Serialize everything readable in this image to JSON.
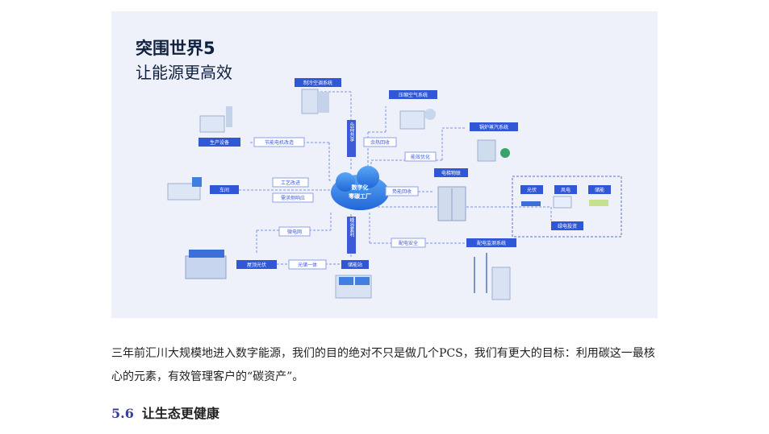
{
  "figure": {
    "title": "突围世界5",
    "subtitle": "让能源更高效",
    "center": [
      "数字化",
      "零碳工厂"
    ],
    "nodes": {
      "hvac": "制冷空调系统",
      "air": "压缩空气系统",
      "boiler": "锅炉蒸汽系统",
      "elevator": "电梯物联",
      "production": "生产设备",
      "workshop": "车间",
      "pv_rooftop": "屋顶光伏",
      "storage": "储能站",
      "distribution": "配电监测系统",
      "green_power": "绿电投资",
      "solar": "光伏",
      "wind": "风电",
      "battery": "储能"
    },
    "edges": {
      "motor": "节能电机改造",
      "process": "工艺改进",
      "demand": "需求侧响应",
      "micro": "微电网",
      "pvstorage": "光储一体",
      "heat": "余热回收",
      "efficiency": "能效优化",
      "regen": "势能回收",
      "safety": "配电安全",
      "vertical_top": "负荷共享",
      "vertical_bottom": "峰谷套利"
    }
  },
  "paragraph": "三年前汇川大规模地进入数字能源，我们的目的绝对不只是做几个PCS，我们有更大的目标：利用碳这一最核心的元素，有效管理客户的“碳资产”。",
  "section": {
    "number": "5.6",
    "title": "让生态更健康"
  }
}
